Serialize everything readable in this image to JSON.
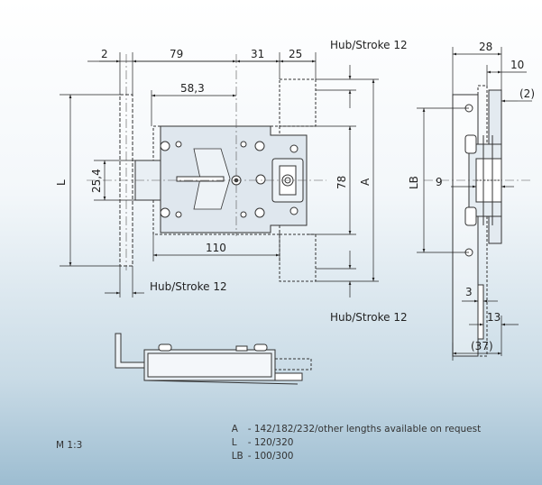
{
  "dimensions": {
    "d2": "2",
    "d79": "79",
    "d31": "31",
    "d25": "25",
    "hub_top": "Hub/Stroke 12",
    "d58_3": "58,3",
    "d25_4": "25,4",
    "L": "L",
    "d78": "78",
    "A": "A",
    "d110": "110",
    "hub_left": "Hub/Stroke 12",
    "hub_bottom": "Hub/Stroke 12",
    "d28": "28",
    "d10": "10",
    "d2p": "(2)",
    "LB": "LB",
    "d9": "9",
    "d3": "3",
    "d13": "13",
    "d37": "(37)"
  },
  "legend": [
    {
      "key": "A",
      "text": "- 142/182/232/other lengths available on request"
    },
    {
      "key": "L",
      "text": "- 120/320"
    },
    {
      "key": "LB",
      "text": "- 100/300"
    }
  ],
  "scale": "M 1:3"
}
